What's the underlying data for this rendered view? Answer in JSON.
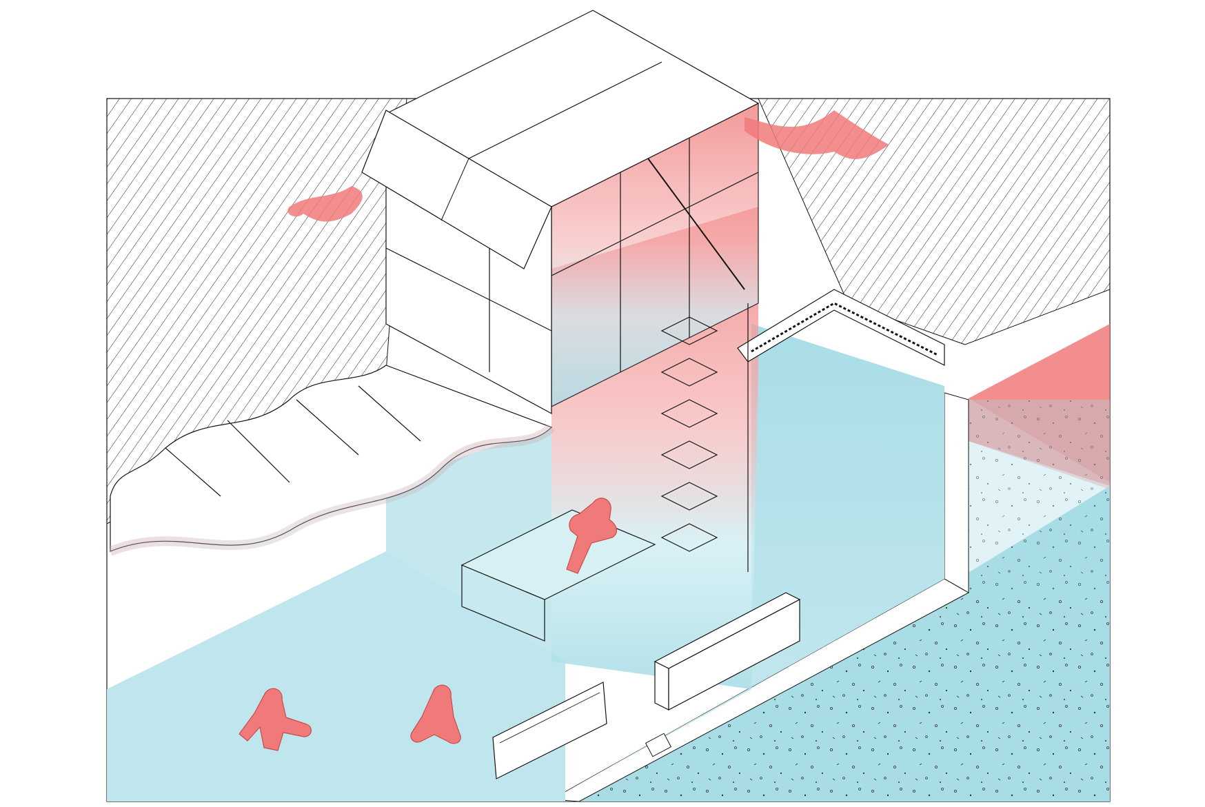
{
  "diagram": {
    "kind": "isometric section",
    "colors": {
      "warm": "#f07a7a",
      "warm_light": "#f6b3b3",
      "cool": "#a9dde6",
      "cool_light": "#d6f0f4",
      "line": "#111111",
      "paper": "#ffffff"
    },
    "elements": [
      "roof-deck-left",
      "roof-deck-right",
      "lantern-tower",
      "operable-roof-panel",
      "warm-air-plume-left",
      "warm-air-plume-right",
      "fabric-canopy",
      "wall-ladder-shelves",
      "interior-bench",
      "person-reclining",
      "person-sitting-left",
      "person-sitting-right",
      "gravel-yard",
      "planter-box",
      "floor-drain",
      "adjacent-heated-room"
    ]
  }
}
